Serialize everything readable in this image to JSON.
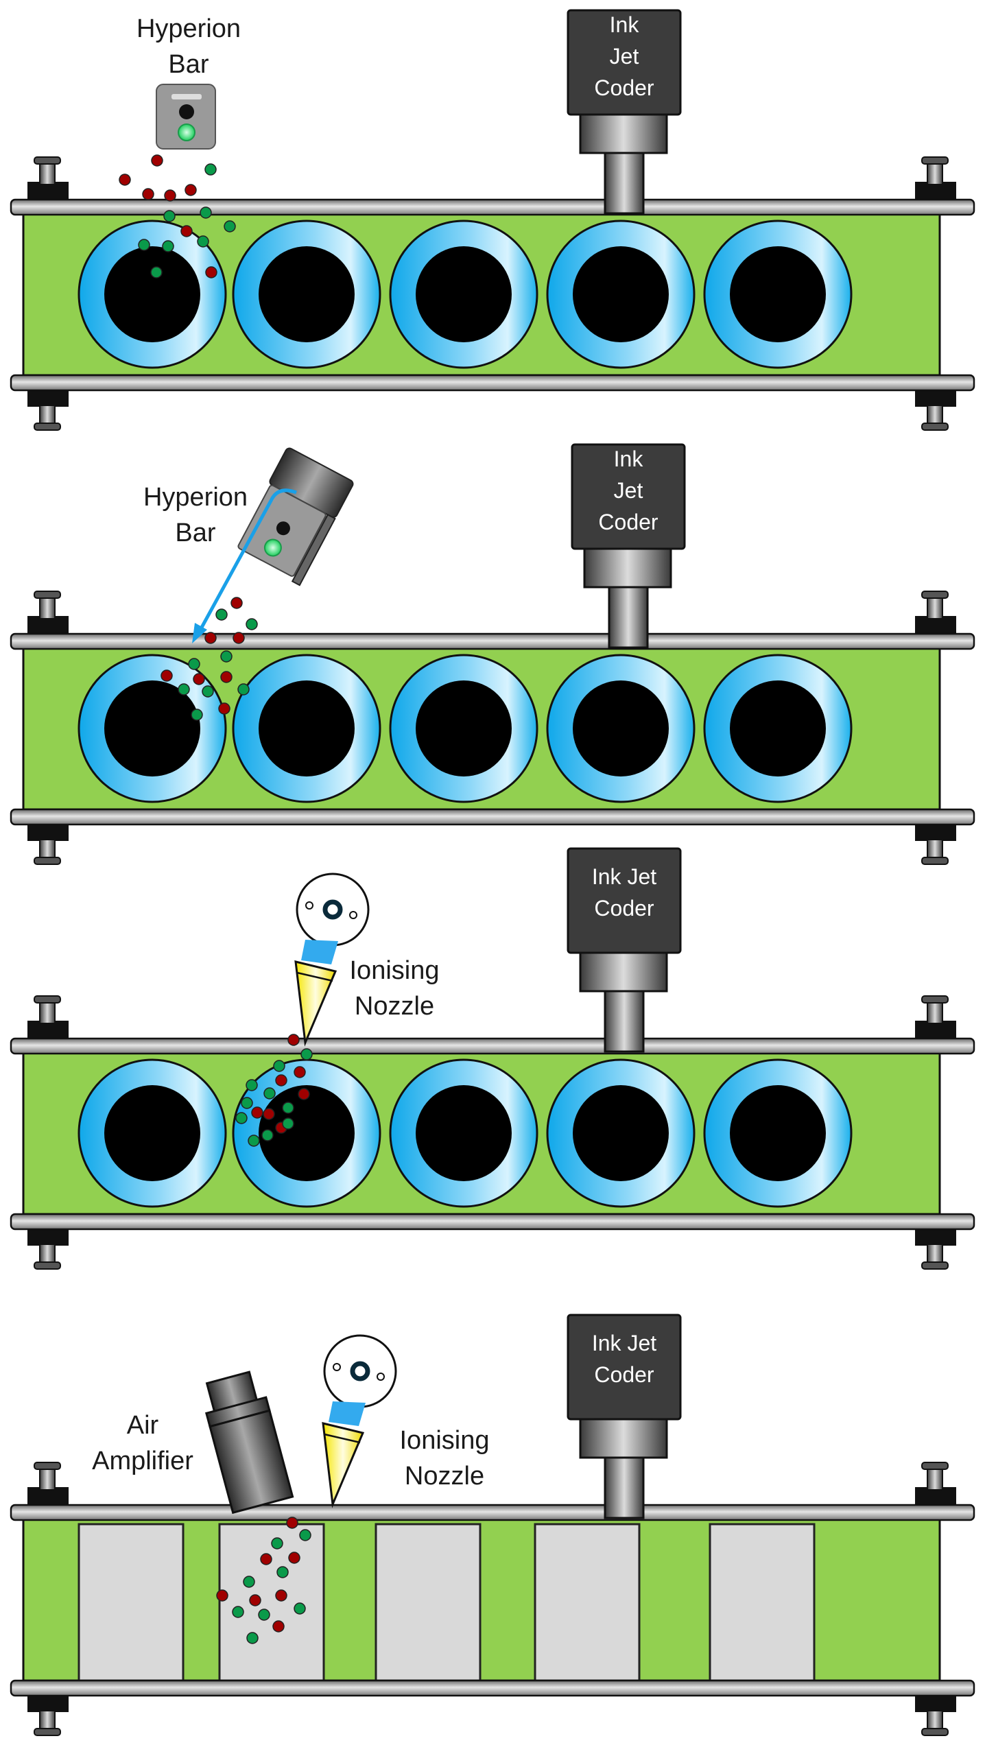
{
  "diagram": {
    "title": "Static elimination and cleaning before ink jet coding",
    "colors": {
      "conveyor_green": "#92d050",
      "ring_blue": "#1ab0ec",
      "ring_light": "#c8ecfb",
      "hole": "#000000",
      "rail": "#c8c8c8",
      "coder_body": "#3c3c3c",
      "particle_red": "#a00000",
      "particle_green": "#0a9a4a",
      "nozzle_yellow": "#fff200",
      "hose_blue": "#33aaee",
      "tray_grey": "#d9d9d9",
      "bar_grey": "#9a9a9a",
      "led_green": "#3ee07a",
      "arrow_blue": "#1aa0e8"
    },
    "panels": [
      {
        "id": "panel-1",
        "coder_label_lines": [
          "Ink",
          "Jet",
          "Coder"
        ],
        "device": "hyperion-bar-vertical",
        "device_label_lines": [
          "Hyperion",
          "Bar"
        ],
        "items": "rings",
        "item_count": 5,
        "active_item": 1
      },
      {
        "id": "panel-2",
        "coder_label_lines": [
          "Ink",
          "Jet",
          "Coder"
        ],
        "device": "hyperion-bar-angled",
        "device_label_lines": [
          "Hyperion",
          "Bar"
        ],
        "items": "rings",
        "item_count": 5,
        "active_item": 1,
        "airflow_arrow": true
      },
      {
        "id": "panel-3",
        "coder_label_lines": [
          "Ink Jet",
          "Coder"
        ],
        "device": "ionising-nozzle",
        "device_label_lines": [
          "Ionising",
          "Nozzle"
        ],
        "items": "rings",
        "item_count": 5,
        "active_item": 2
      },
      {
        "id": "panel-4",
        "coder_label_lines": [
          "Ink Jet",
          "Coder"
        ],
        "device": "air-amplifier-and-ionising-nozzle",
        "device_label_lines": [
          "Air",
          "Amplifier"
        ],
        "second_device_label_lines": [
          "Ionising",
          "Nozzle"
        ],
        "items": "trays",
        "item_count": 5,
        "active_item": 2
      }
    ]
  }
}
